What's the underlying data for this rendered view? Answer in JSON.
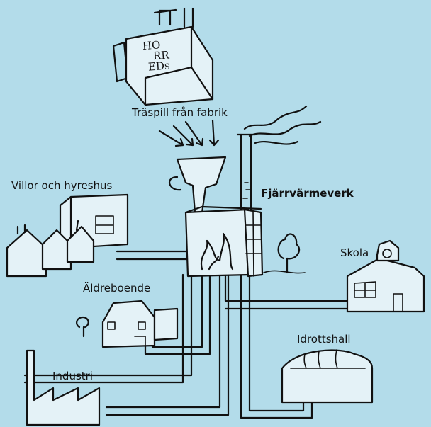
{
  "labels": {
    "factory": "Träspill från fabrik",
    "plant": "Fjärrvärmeverk",
    "houses": "Villor och hyreshus",
    "school": "Skola",
    "elderly": "Äldreboende",
    "sports": "Idrottshall",
    "industry": "Industri"
  },
  "factory_sign": [
    "HO",
    "RR",
    "ED",
    "S"
  ],
  "colors": {
    "background": "#b3dcea",
    "ink": "#111111"
  }
}
